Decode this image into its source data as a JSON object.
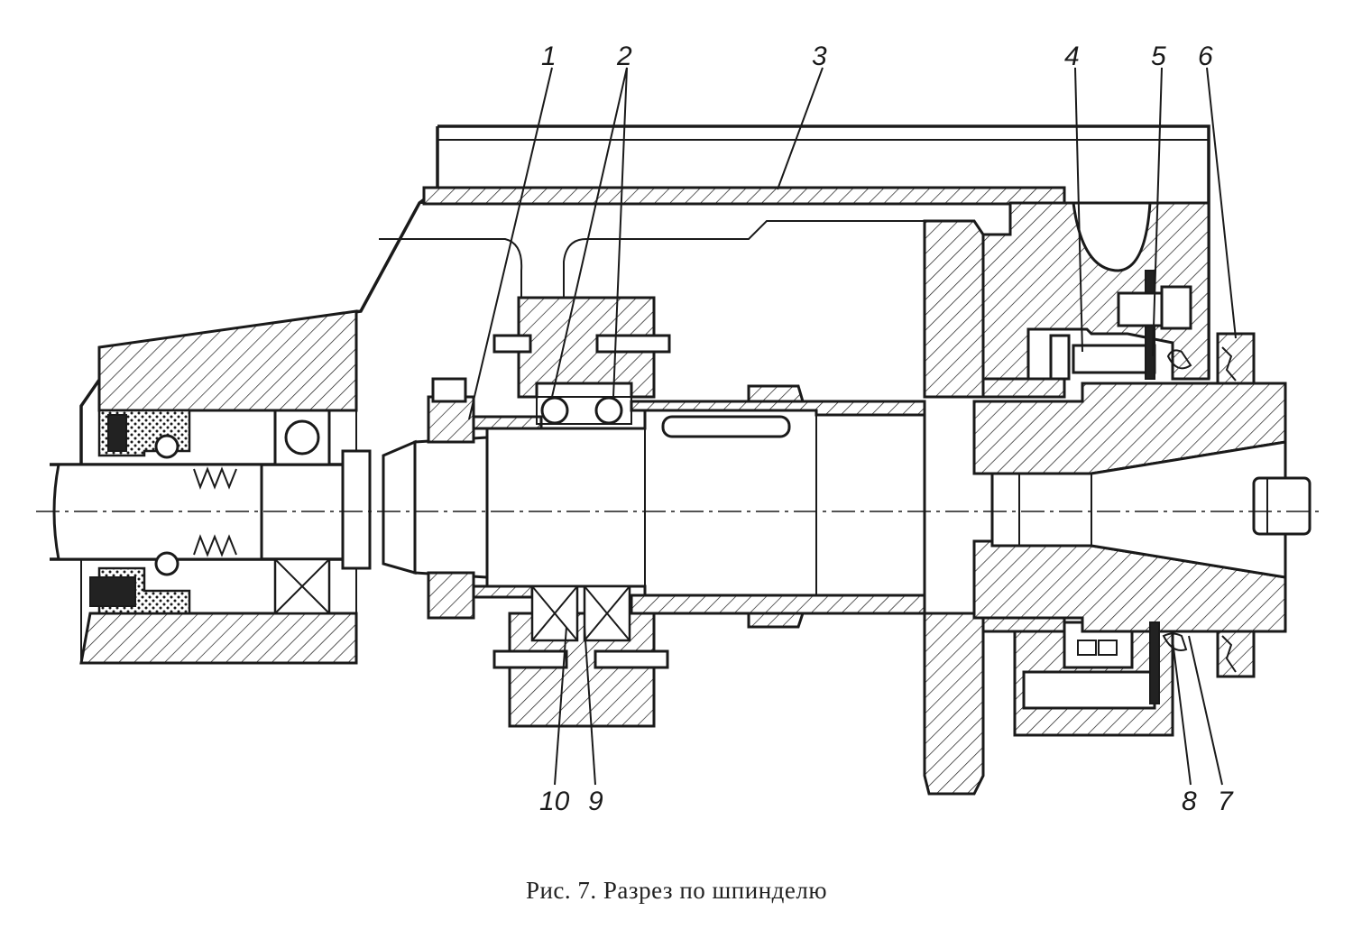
{
  "figure": {
    "caption": "Рис. 7. Разрез по шпинделю"
  },
  "callouts": [
    {
      "id": "1",
      "text": "1"
    },
    {
      "id": "2",
      "text": "2"
    },
    {
      "id": "3",
      "text": "3"
    },
    {
      "id": "4",
      "text": "4"
    },
    {
      "id": "5",
      "text": "5"
    },
    {
      "id": "6",
      "text": "6"
    },
    {
      "id": "7",
      "text": "7"
    },
    {
      "id": "8",
      "text": "8"
    },
    {
      "id": "9",
      "text": "9"
    },
    {
      "id": "10",
      "text": "10"
    }
  ],
  "colors": {
    "ink": "#1a1a1a",
    "paper": "#ffffff"
  }
}
